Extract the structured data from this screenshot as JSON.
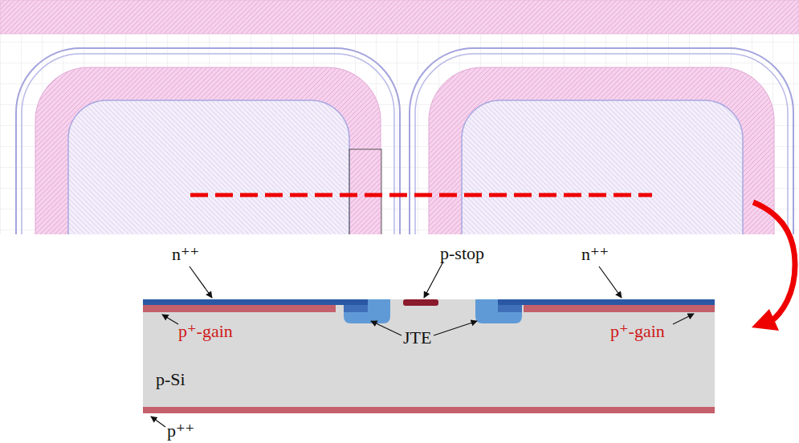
{
  "diagram": {
    "labels": [
      "n⁺⁺",
      "p-stop",
      "n⁺⁺",
      "p⁺-gain",
      "JTE",
      "p⁺-gain",
      "p-Si",
      "p⁺⁺"
    ]
  }
}
